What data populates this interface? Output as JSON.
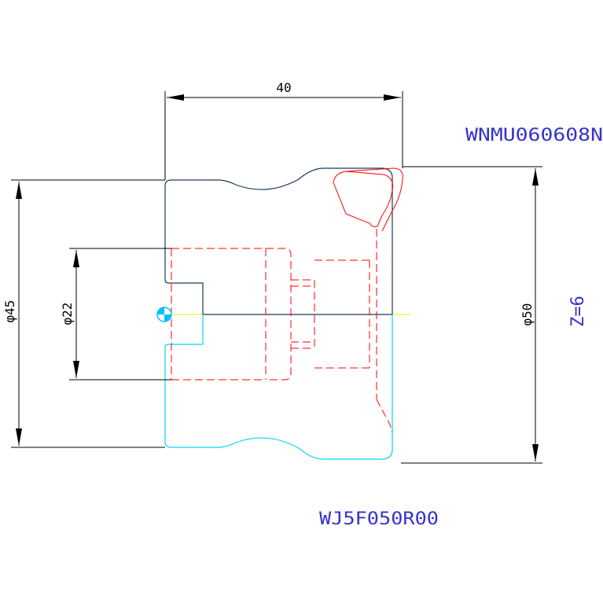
{
  "dimensions": {
    "length": "40",
    "outer_diameter": "φ45",
    "bore_diameter": "φ22",
    "cutter_diameter": "φ50"
  },
  "labels": {
    "insert_code": "WNMU060608N",
    "teeth": "Z=6",
    "tool_code": "WJ5F050R00"
  },
  "colors": {
    "dimension": "#000000",
    "profile_upper": "#1a3b5c",
    "profile_lower": "#00d8ee",
    "hidden": "#ff0000",
    "insert": "#ff0000",
    "centerline": "#e8e800",
    "text": "#3333cc",
    "origin_marker": "#00c0ff"
  },
  "icons": {
    "origin": "origin-marker-icon"
  }
}
